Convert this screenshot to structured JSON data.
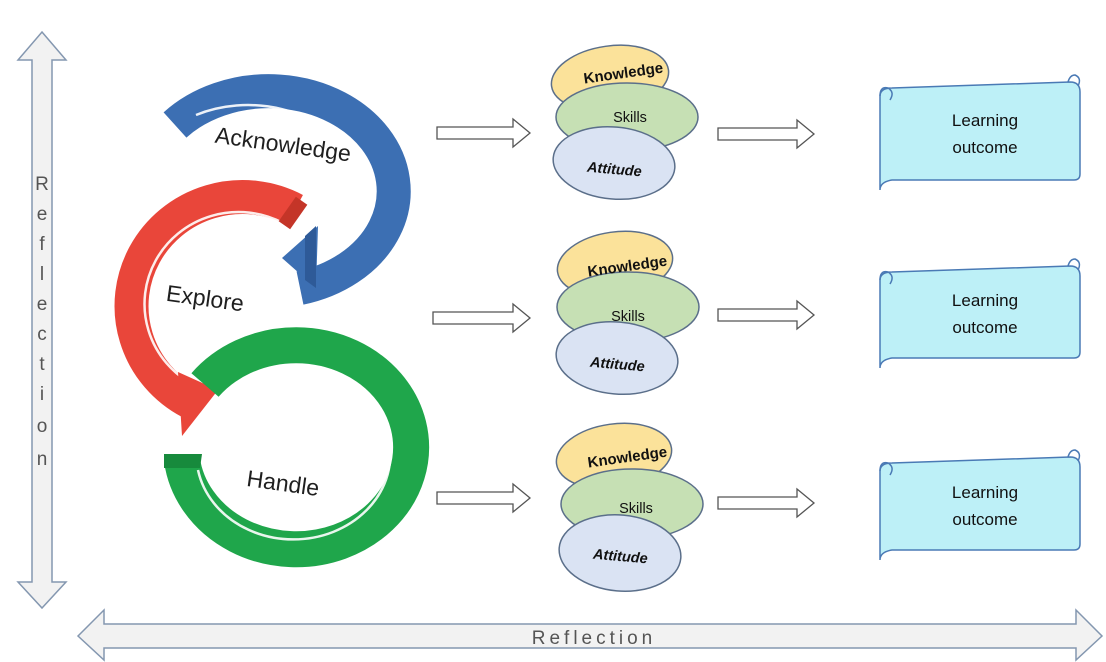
{
  "phases": [
    {
      "label": "Acknowledge",
      "color": "#3c6fb3"
    },
    {
      "label": "Explore",
      "color": "#e9463a"
    },
    {
      "label": "Handle",
      "color": "#1fa64b"
    }
  ],
  "stacks": [
    {
      "knowledge": "Knowledge",
      "skills": "Skills",
      "attitude": "Attitude"
    },
    {
      "knowledge": "Knowledge",
      "skills": "Skills",
      "attitude": "Attitude"
    },
    {
      "knowledge": "Knowledge",
      "skills": "Skills",
      "attitude": "Attitude"
    }
  ],
  "outcomes": [
    {
      "line1": "Learning",
      "line2": "outcome"
    },
    {
      "line1": "Learning",
      "line2": "outcome"
    },
    {
      "line1": "Learning",
      "line2": "outcome"
    }
  ],
  "reflection": {
    "horizontal": "Reflection",
    "vertical": [
      "R",
      "e",
      "f",
      "l",
      "e",
      "c",
      "t",
      "i",
      "o",
      "n"
    ]
  },
  "colors": {
    "knowledge": "#fbe29a",
    "skills": "#c6e0b4",
    "attitude": "#dae3f3",
    "scroll": "#bdf0f7",
    "arrow_outline": "#555555",
    "reflection_fill": "#f2f2f2",
    "reflection_outline": "#8497b0"
  }
}
